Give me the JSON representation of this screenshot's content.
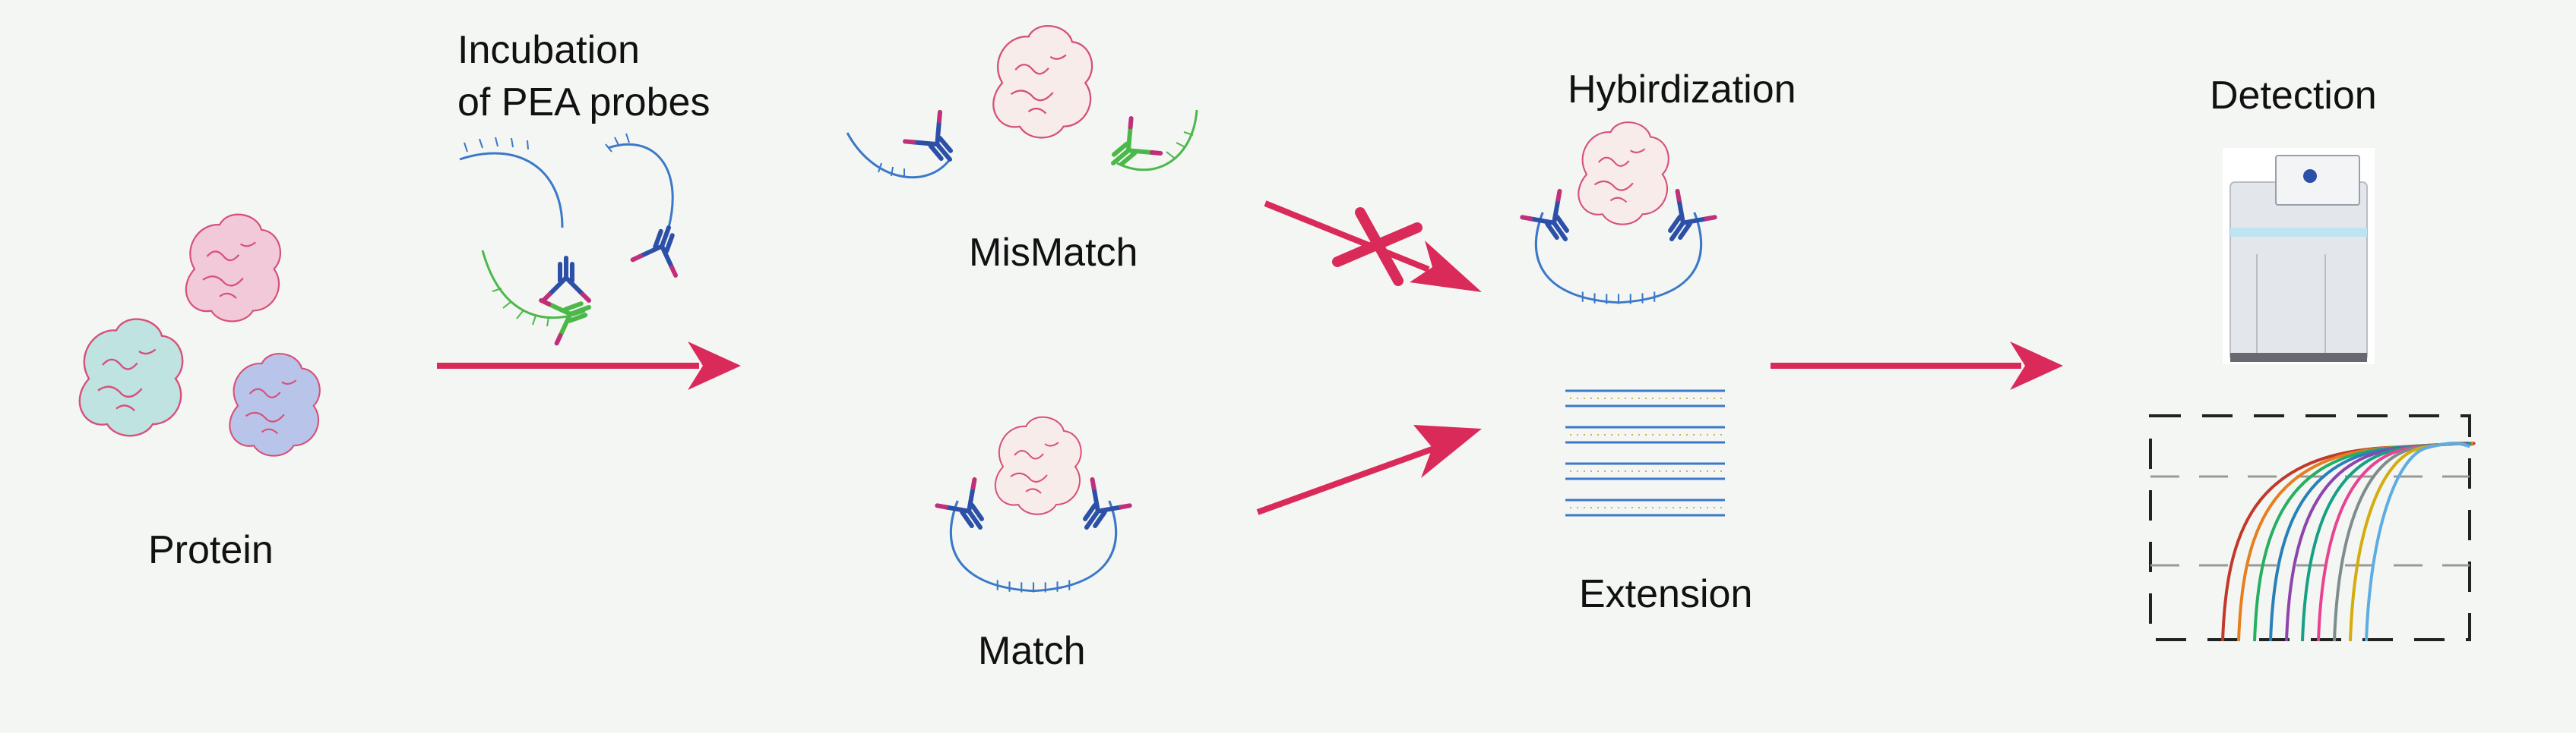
{
  "labels": {
    "incubation_line1": "Incubation",
    "incubation_line2": "of PEA probes",
    "protein": "Protein",
    "mismatch": "MisMatch",
    "match": "Match",
    "hybridization": "Hybirdization",
    "extension": "Extension",
    "detection": "Detection"
  },
  "colors": {
    "arrow": "#d92a5a",
    "background": "#f4f6f3",
    "probe_blue": "#3b78c8",
    "probe_green": "#4cb84a",
    "antibody_blue": "#2c4fa8",
    "antibody_magenta": "#c0307a",
    "protein_outline": "#d7507a",
    "protein_pink": "#f1c9d9",
    "protein_teal": "#bfe3e0",
    "protein_blue": "#b8c4ea",
    "protein_cream": "#f7ece9"
  },
  "icons": {
    "protein": "protein-blob-icon",
    "antibody": "y-antibody-icon",
    "instrument": "sequencer-instrument-icon",
    "curves": "amplification-curves-icon",
    "duplex": "dna-duplex-icon"
  },
  "curve_colors": [
    "#c0392b",
    "#e67e22",
    "#27ae60",
    "#2980b9",
    "#8e44ad",
    "#16a085",
    "#e84393",
    "#7f8c8d",
    "#d4ac0d",
    "#5dade2"
  ]
}
